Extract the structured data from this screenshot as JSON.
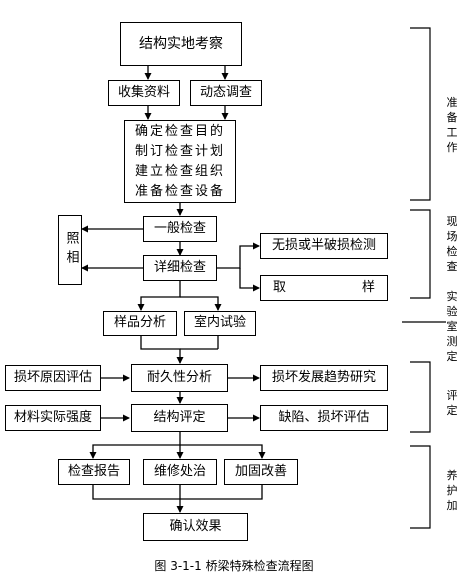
{
  "nodes": {
    "survey": "结构实地考察",
    "collect": "收集资料",
    "dynamic": "动态调查",
    "prep": [
      "确定检查目的",
      "制订检查计划",
      "建立检查组织",
      "准备检查设备"
    ],
    "general": "一般检查",
    "photo": "照相",
    "detailed": "详细检查",
    "ndt": "无损或半破损检测",
    "sampling_left": "取",
    "sampling_right": "样",
    "sample_analysis": "样品分析",
    "lab_test": "室内试验",
    "cause_eval": "损坏原因评估",
    "durability": "耐久性分析",
    "trend": "损坏发展趋势研究",
    "material": "材料实际强度",
    "struct_eval": "结构评定",
    "defect_eval": "缺陷、损坏评估",
    "report": "检查报告",
    "repair": "维修处治",
    "strengthen": "加固改善",
    "confirm": "确认效果"
  },
  "phases": {
    "prep": "准备工作",
    "field": "现场检查",
    "lab": "实验室测定",
    "eval": "评定",
    "maint": "养护加"
  },
  "caption": "图 3-1-1  桥梁特殊检查流程图"
}
